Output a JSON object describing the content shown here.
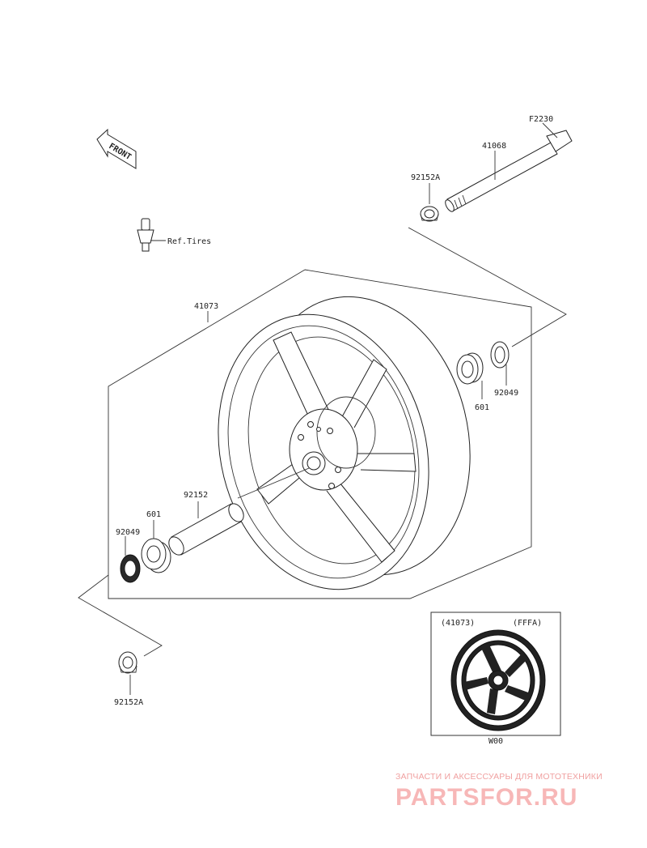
{
  "labels": {
    "front_arrow": "FRONT",
    "shaft_top": "F2230",
    "axle": "41068",
    "collar_top": "92152A",
    "valve_ref": "Ref.Tires",
    "wheel": "41073",
    "bearing_right": "601",
    "seal_right": "92049",
    "spacer": "92152",
    "bearing_left": "601",
    "seal_left": "92049",
    "collar_bottom": "92152A"
  },
  "inset": {
    "part_number": "(41073)",
    "variant_code": "(FFFA)",
    "color_code": "W00"
  },
  "watermark": {
    "subtitle": "ЗАПЧАСТИ И АКСЕССУАРЫ ДЛЯ МОТОТЕХНИКИ",
    "logo": "PARTSFOR.RU"
  },
  "colors": {
    "line": "#333333",
    "watermark": "#f0a0a0"
  }
}
